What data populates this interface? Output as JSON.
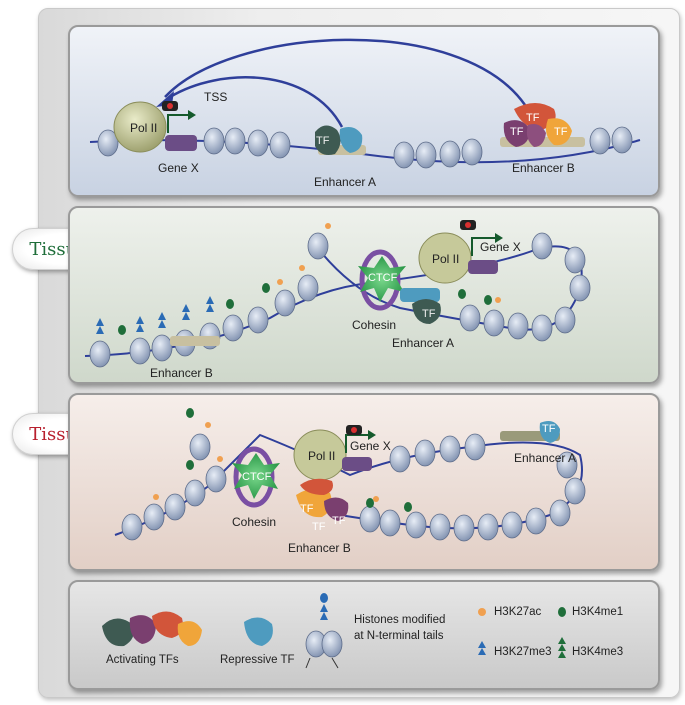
{
  "tissue_a": "Tissue A",
  "tissue_b": "Tissue B",
  "top": {
    "pol": "Pol II",
    "tss": "TSS",
    "gene": "Gene X",
    "enh_a": "Enhancer A",
    "enh_b": "Enhancer B",
    "tf": "TF"
  },
  "mid": {
    "ctcf": "CTCF",
    "pol": "Pol II",
    "gene": "Gene X",
    "cohesin": "Cohesin",
    "enh_a": "Enhancer A",
    "enh_b": "Enhancer B",
    "tf": "TF"
  },
  "bot": {
    "ctcf": "CTCF",
    "pol": "Pol II",
    "gene": "Gene X",
    "cohesin": "Cohesin",
    "enh_a": "Enhancer A",
    "enh_b": "Enhancer B",
    "tf": "TF"
  },
  "legend": {
    "activating": "Activating TFs",
    "repressive": "Repressive TF",
    "histones_1": "Histones modified",
    "histones_2": "at N-terminal tails",
    "h3k27ac": "H3K27ac",
    "h3k4me1": "H3K4me1",
    "h3k27me3": "H3K27me3",
    "h3k4me3": "H3K4me3"
  },
  "colors": {
    "dna": "#2f3f9a",
    "nucleosome": "#a9b8cf",
    "cohesin": "#7a4fa3",
    "ctcf": "#27a24a",
    "pol": "#c6c99a",
    "tf_green": "#3e5a52",
    "tf_purple": "#7a3f6f",
    "tf_red": "#d2553a",
    "tf_orange": "#f0a53a",
    "tf_blue": "#4e9bbf",
    "h3k27ac": "#f0a050",
    "h3k4me1": "#1f6e3a",
    "h3k27me3": "#2a6bb5",
    "h3k4me3": "#1f6e3a"
  }
}
